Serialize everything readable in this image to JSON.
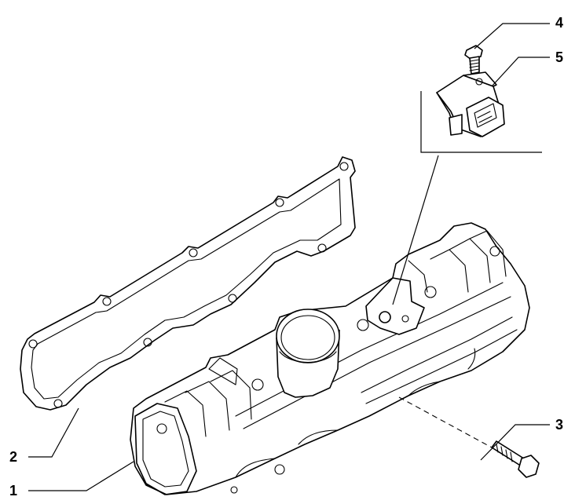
{
  "diagram": {
    "callouts": [
      {
        "id": "1",
        "label": "1"
      },
      {
        "id": "2",
        "label": "2"
      },
      {
        "id": "3",
        "label": "3"
      },
      {
        "id": "4",
        "label": "4"
      },
      {
        "id": "5",
        "label": "5"
      }
    ],
    "colors": {
      "ink": "#000000",
      "paper": "#ffffff"
    },
    "parts": {
      "1": "intake-manifold-drawing",
      "2": "gasket-drawing",
      "3": "long-bolt-drawing",
      "4": "short-screw-drawing",
      "5": "pressure-sensor-drawing"
    }
  }
}
